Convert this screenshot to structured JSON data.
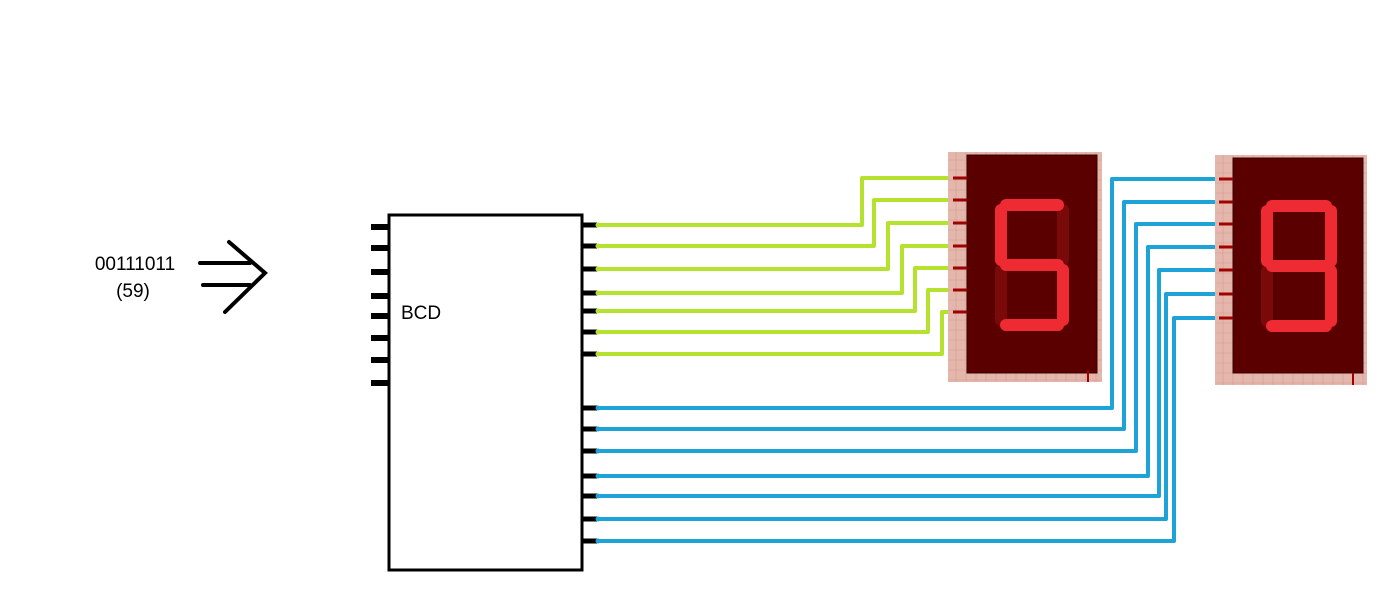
{
  "input": {
    "binary": "00111011",
    "decimal": "(59)"
  },
  "bcd_block": {
    "label": "BCD",
    "input_pin_count": 8,
    "output_pin_count": 14
  },
  "displays": [
    {
      "digit": "5",
      "pin_count": 7
    },
    {
      "digit": "9",
      "pin_count": 7
    }
  ],
  "colors": {
    "tens_wire": "#b5e22f",
    "units_wire": "#1ea3d8",
    "block_stroke": "#000000",
    "display_body": "#5a0000",
    "display_frame": "#e4b7ad",
    "segment_on": "#ee2a32",
    "segment_off": "#7a0a0a",
    "pin": "#a00000"
  },
  "icons": {
    "input_arrow": "implies-arrow-icon"
  }
}
